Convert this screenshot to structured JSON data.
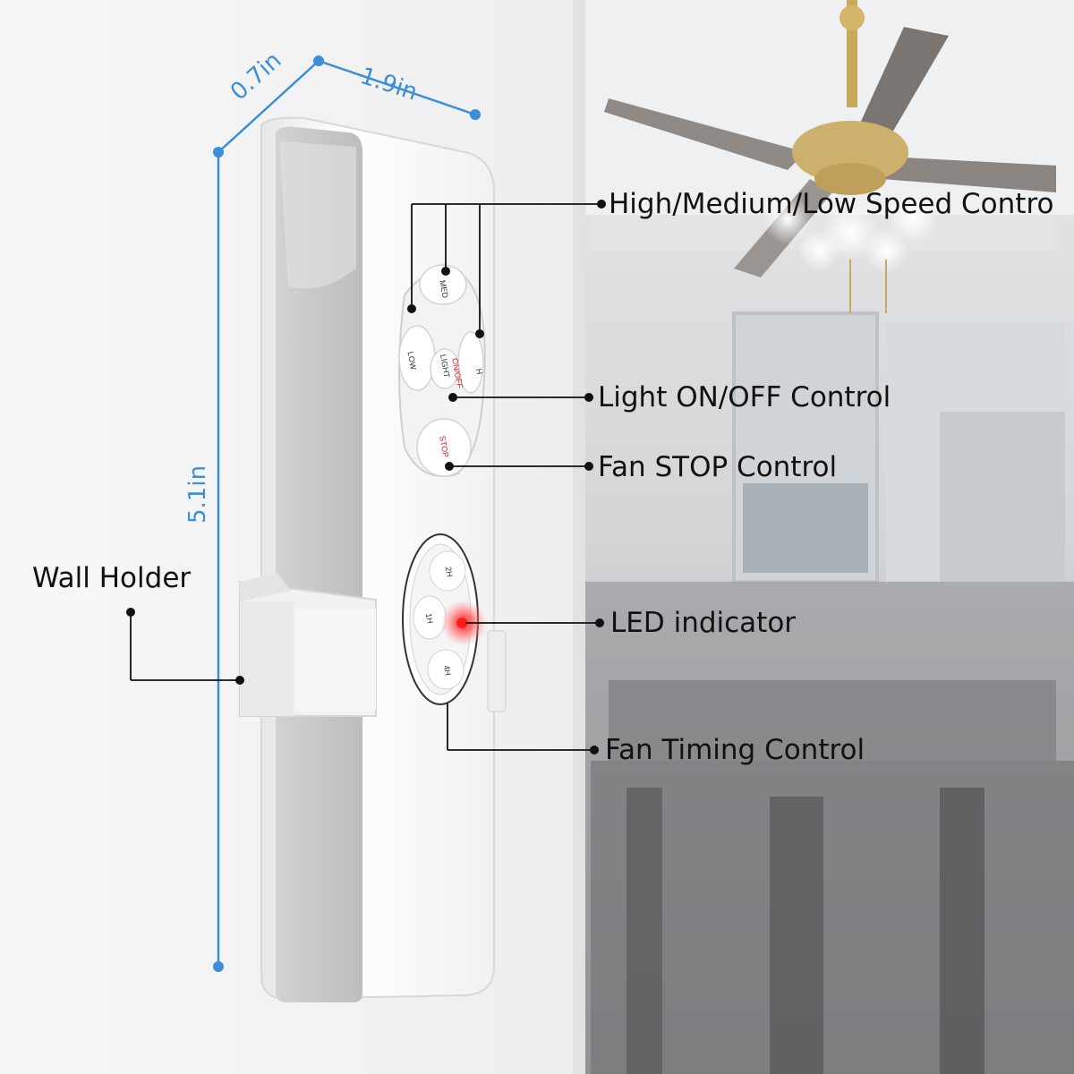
{
  "dimensions": {
    "depth": "0.7in",
    "width": "1.9in",
    "height": "5.1in"
  },
  "callouts": {
    "speed": "High/Medium/Low Speed Contro",
    "light": "Light ON/OFF Control",
    "stop": "Fan STOP Control",
    "led": "LED indicator",
    "timing": "Fan Timing Control",
    "wall_holder": "Wall Holder"
  },
  "buttons": {
    "med": "MED",
    "low": "LOW",
    "high": "H",
    "light_line1": "LIGHT",
    "light_line2": "ON/OFF",
    "stop": "STOP",
    "timer_2h": "2H",
    "timer_1h": "1H",
    "timer_4h": "4H"
  },
  "colors": {
    "dimension_blue": "#3a8fd6",
    "led_red": "#ff2a2a"
  }
}
